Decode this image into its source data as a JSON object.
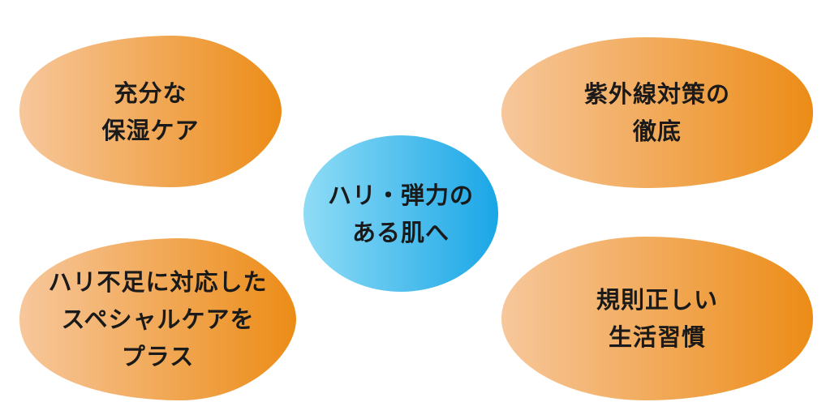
{
  "center": {
    "lines": [
      "ハリ・弾力の",
      "ある肌へ"
    ]
  },
  "items": [
    {
      "lines": [
        "充分な",
        "保湿ケア"
      ]
    },
    {
      "lines": [
        "紫外線対策の",
        "徹底"
      ]
    },
    {
      "lines": [
        "ハリ不足に対応した",
        "スペシャルケアを",
        "プラス"
      ]
    },
    {
      "lines": [
        "規則正しい",
        "生活習慣"
      ]
    }
  ],
  "colors": {
    "orange_light": "#f7c79b",
    "orange_dark": "#ec8c17",
    "blue_light": "#8fdcf6",
    "blue_dark": "#1aa6e6"
  }
}
